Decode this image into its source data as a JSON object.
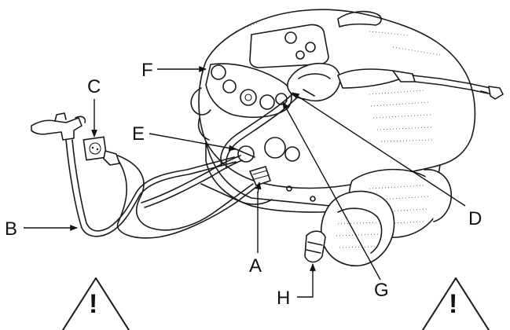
{
  "callouts": {
    "A": "A",
    "B": "B",
    "C": "C",
    "D": "D",
    "E": "E",
    "F": "F",
    "G": "G",
    "H": "H"
  },
  "warnings": {
    "left_mark": "!",
    "right_mark": "!"
  }
}
